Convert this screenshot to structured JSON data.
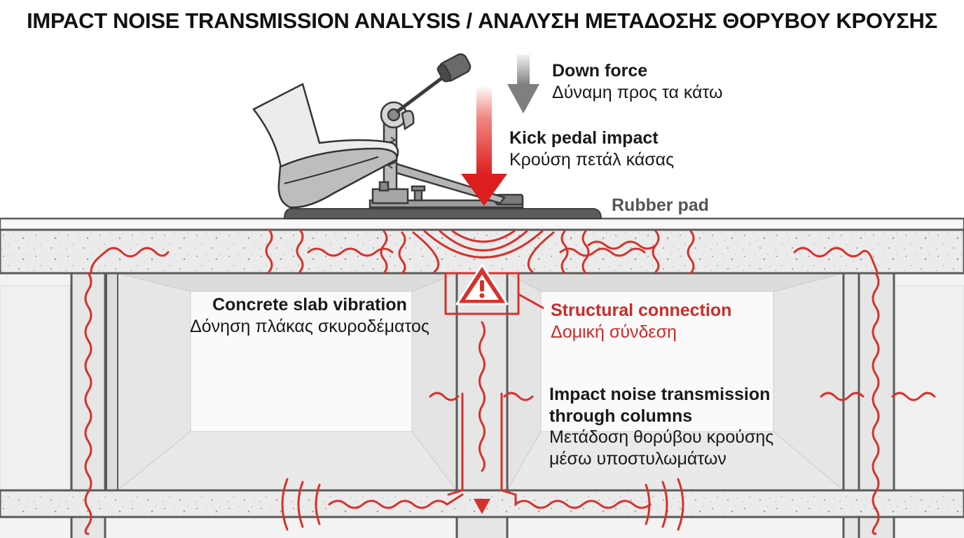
{
  "title": "IMPACT NOISE TRANSMISSION ANALYSIS / ΑΝΑΛΥΣΗ ΜΕΤΑΔΟΣΗΣ ΘΟΡΥΒΟΥ ΚΡΟΥΣΗΣ",
  "labels": {
    "down_force": {
      "en": "Down force",
      "el": "Δύναμη προς τα κάτω"
    },
    "kick_impact": {
      "en": "Kick pedal impact",
      "el": "Κρούση πετάλ κάσας"
    },
    "rubber_pad": {
      "en": "Rubber pad"
    },
    "slab_vibration": {
      "en": "Concrete slab vibration",
      "el": "Δόνηση πλάκας σκυροδέματος"
    },
    "structural_connection": {
      "en": "Structural connection",
      "el": "Δομική σύνδεση"
    },
    "column_transmission": {
      "en_line1": "Impact noise transmission",
      "en_line2": "through columns",
      "el_line1": "Μετάδοση θορύβου κρούσης",
      "el_line2": "μέσω υποστυλωμάτων"
    }
  },
  "colors": {
    "vibration": "#d8302b",
    "impact_arrow": "#e02020",
    "down_arrow": "#8a8a8a",
    "concrete": "#ebebeb",
    "outline": "#555555"
  },
  "icons": [
    "warning-icon",
    "down-arrow-icon",
    "impact-arrow-icon"
  ]
}
